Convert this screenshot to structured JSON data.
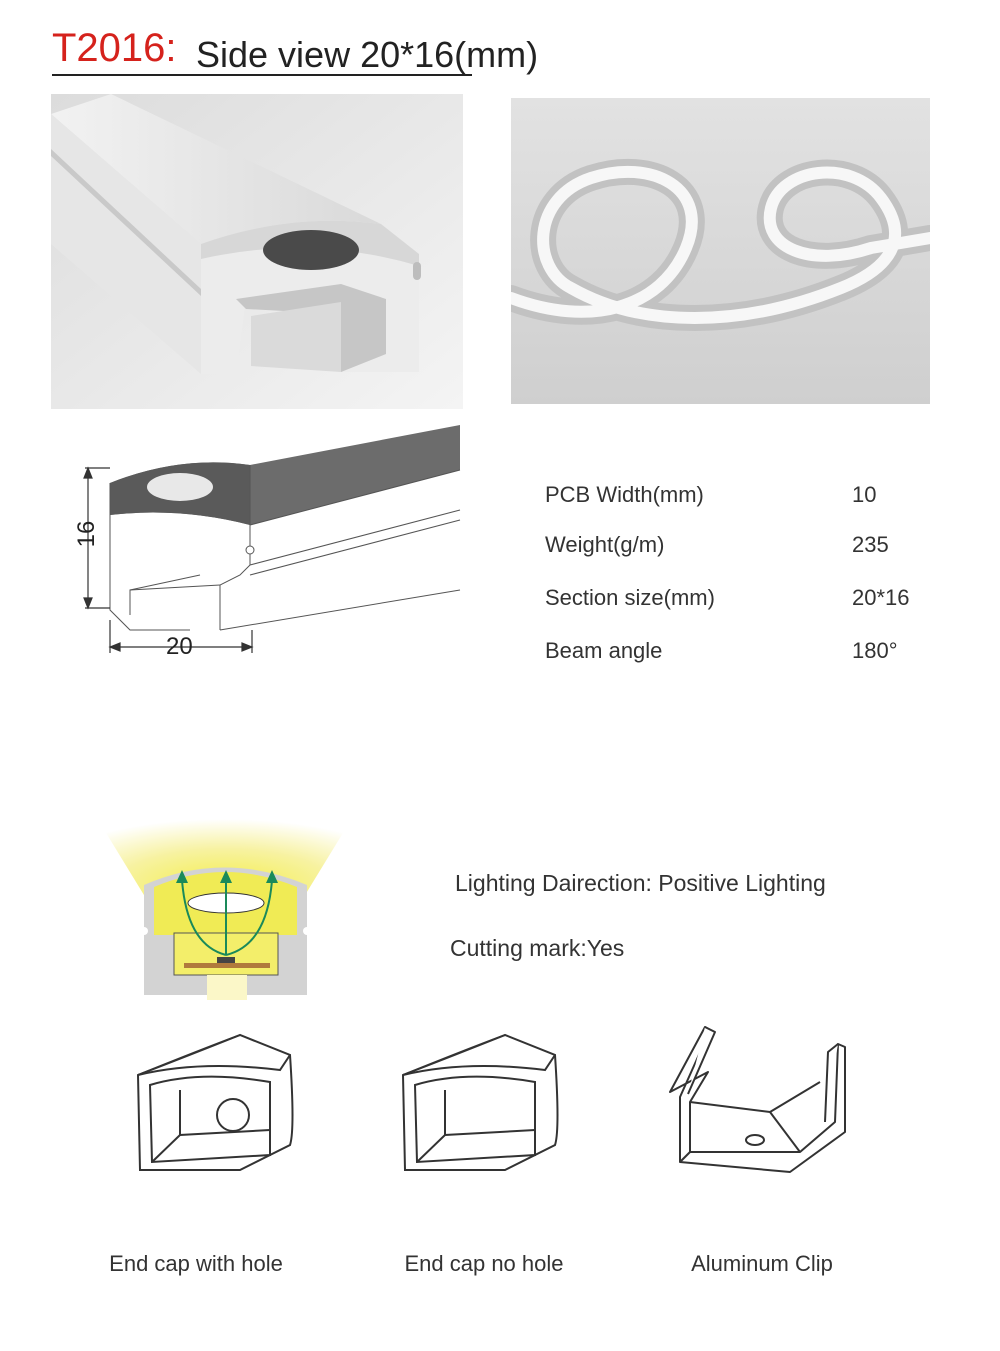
{
  "header": {
    "model_code": "T2016:",
    "subtitle": "Side view 20*16(mm)"
  },
  "colors": {
    "model_code": "#d5221c",
    "text": "#222222",
    "light": "#f2ec5a",
    "arrow": "#1a8a5a"
  },
  "dimension_drawing": {
    "height_label": "16",
    "width_label": "20"
  },
  "specs": [
    {
      "label": "PCB Width(mm)",
      "value": "10"
    },
    {
      "label": "Weight(g/m)",
      "value": "235"
    },
    {
      "label": "Section size(mm)",
      "value": "20*16"
    },
    {
      "label": "Beam angle",
      "value": "180°"
    }
  ],
  "lighting": {
    "direction": "Lighting Dairection: Positive Lighting",
    "cutting_mark": "Cutting mark:Yes"
  },
  "accessories": [
    {
      "label": "End cap with hole",
      "icon": "end-cap-with-hole-icon"
    },
    {
      "label": "End cap no hole",
      "icon": "end-cap-no-hole-icon"
    },
    {
      "label": "Aluminum Clip",
      "icon": "aluminum-clip-icon"
    }
  ]
}
